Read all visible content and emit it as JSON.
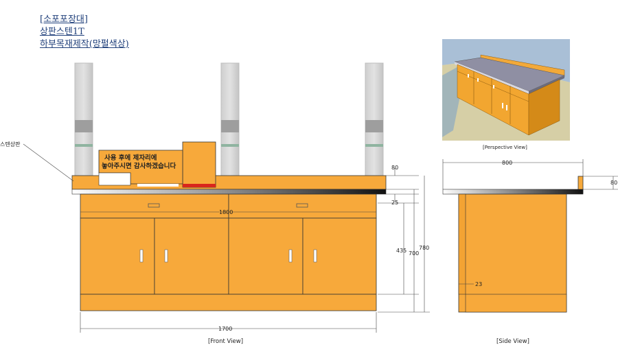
{
  "title": {
    "line1": "[소포포장대]",
    "line2": "상판스텐1T",
    "line3": "하부목재제작(망펄색상)"
  },
  "labels": {
    "stainless_top": "스텐상판",
    "notice_line1": "사용 후에 제자리에",
    "notice_line2": "놓아주시면 감사하겠습니다",
    "front_view": "[Front View]",
    "side_view": "[Side View]",
    "perspective_view": "[Perspective View]"
  },
  "dimensions": {
    "front_top_thickness": "80",
    "front_drawer": "25",
    "front_overall_top_width": "1800",
    "front_cabinet_height": "435",
    "front_body_height": "700",
    "front_total_height": "780",
    "front_base_width": "1700",
    "side_depth": "800",
    "side_backsplash": "80",
    "side_inset": "23"
  },
  "colors": {
    "wood": "#f7a93b",
    "wood_dark": "#d98a1c",
    "steel": "#d0d0d0",
    "top_gradient_dark": "#1a1a1a",
    "notice_bg": "#f7a93b",
    "red_strip": "#d9261c"
  }
}
